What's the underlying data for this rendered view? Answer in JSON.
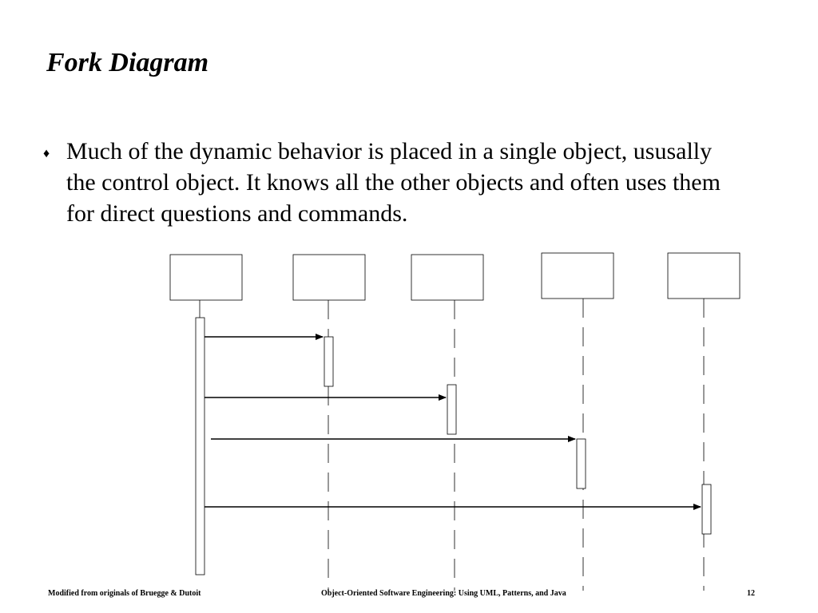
{
  "slide": {
    "title": "Fork Diagram",
    "bullet_glyph": "♦",
    "bullet_text": "Much of the dynamic behavior is placed in a single object, ususally the control object. It knows all the other objects and often uses them for direct questions and commands."
  },
  "diagram": {
    "kind": "sequence-diagram",
    "participants": 5,
    "messages": [
      {
        "from": 1,
        "to": 2
      },
      {
        "from": 1,
        "to": 3
      },
      {
        "from": 1,
        "to": 4
      },
      {
        "from": 1,
        "to": 5
      }
    ],
    "line_color": "#000000"
  },
  "footer": {
    "left": "Modified from originals of Bruegge & Dutoit",
    "center": "Object-Oriented Software Engineering: Using UML, Patterns, and Java",
    "page_number": "12"
  }
}
